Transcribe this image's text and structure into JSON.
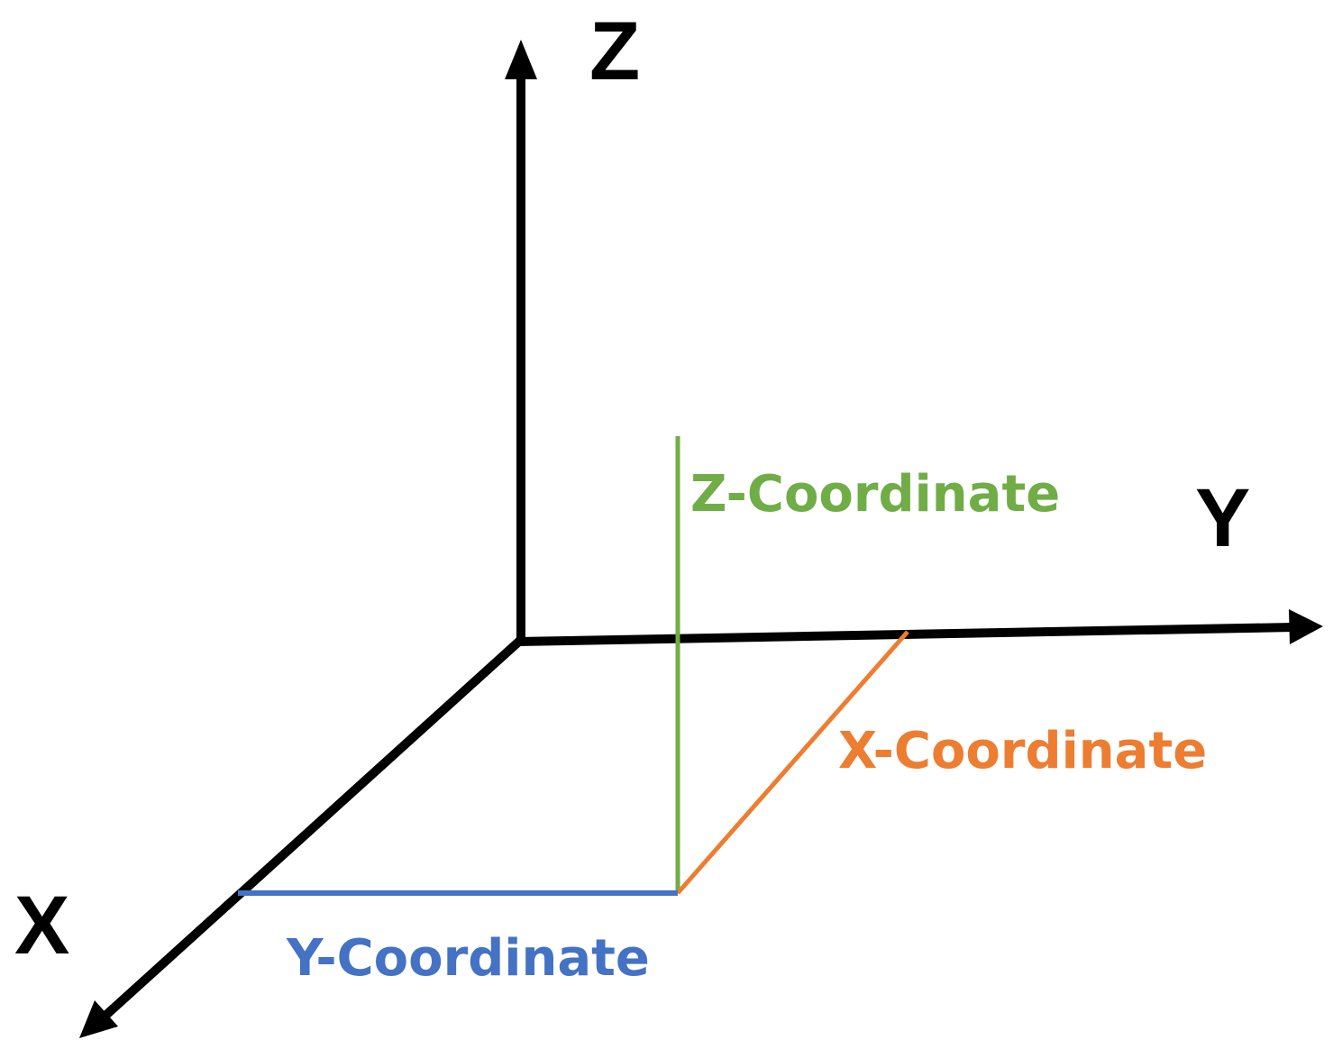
{
  "axes": {
    "z_label": "Z",
    "y_label": "Y",
    "x_label": "X"
  },
  "coordinates": {
    "z_label": "Z-Coordinate",
    "x_label": "X-Coordinate",
    "y_label": "Y-Coordinate"
  },
  "colors": {
    "axis": "#000000",
    "z_coordinate": "#70ad47",
    "x_coordinate": "#ed7d31",
    "y_coordinate": "#4472c4"
  }
}
